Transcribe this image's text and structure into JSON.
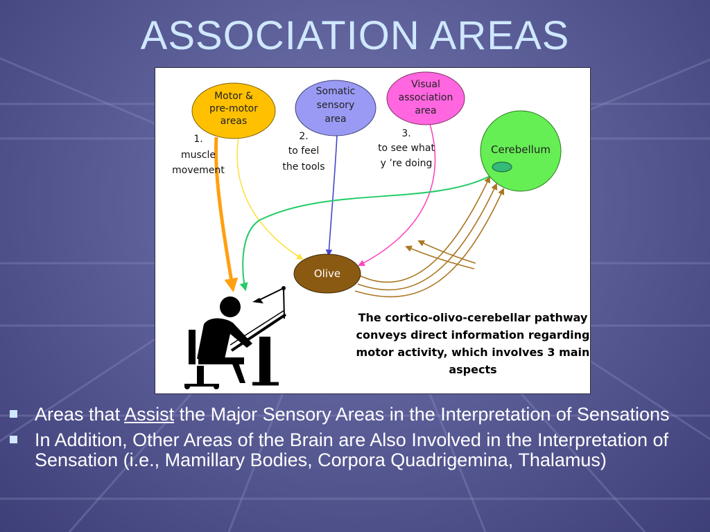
{
  "slide": {
    "title": "ASSOCIATION AREAS"
  },
  "diagram": {
    "nodes": {
      "motor": {
        "lines": [
          "Motor &",
          "pre-motor",
          "areas"
        ],
        "fill": "#ffc000"
      },
      "somatic": {
        "lines": [
          "Somatic",
          "sensory",
          "area"
        ],
        "fill": "#9a9af5"
      },
      "visual": {
        "lines": [
          "Visual",
          "association",
          "area"
        ],
        "fill": "#ff66e0"
      },
      "cerebellum": {
        "label": "Cerebellum",
        "fill": "#66ee55"
      },
      "olive": {
        "label": "Olive",
        "fill": "#8b5a12"
      }
    },
    "annotations": {
      "one": [
        "1.",
        "muscle",
        "movement"
      ],
      "two": [
        "2.",
        "to feel",
        "the tools"
      ],
      "three": [
        "3.",
        "to see what",
        "y ’re doing"
      ]
    },
    "caption": [
      "The cortico-olivo-cerebellar pathway",
      "conveys direct information regarding",
      "motor activity, which involves 3 main",
      "aspects"
    ],
    "colors": {
      "motor_arrow": "#ffa010",
      "somatic_arrow": "#4444cc",
      "visual_arrow": "#ff44bb",
      "cerebellum_arrow": "#22cc66",
      "pathway_arrow": "#aa7722"
    }
  },
  "bullets": [
    {
      "before": "Areas that ",
      "emphasis": "Assist",
      "after": " the Major Sensory Areas in the Interpretation of Sensations"
    },
    {
      "before": "In Addition, Other Areas of the Brain are Also Involved in the Interpretation of Sensation (i.e., Mamillary Bodies, Corpora Quadrigemina, Thalamus)",
      "emphasis": "",
      "after": ""
    }
  ]
}
